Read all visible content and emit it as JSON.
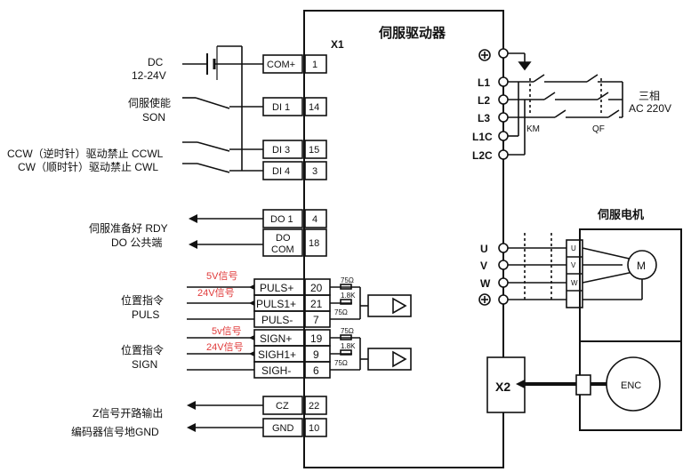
{
  "driver": {
    "title": "伺服驱动器",
    "x1": "X1",
    "x2": "X2"
  },
  "power": {
    "label_dc": "DC",
    "label_range": "12-24V"
  },
  "inputs": {
    "son_cn": "伺服使能",
    "son": "SON",
    "ccwl": "CCW（逆时针）驱动禁止 CCWL",
    "cwl": "CW（顺时针）驱动禁止 CWL"
  },
  "outputs": {
    "rdy": "伺服准备好 RDY",
    "com": "DO 公共端"
  },
  "pulse": {
    "cn": "位置指令",
    "name": "PULS",
    "sig5": "5V信号",
    "sig24": "24V信号"
  },
  "sign": {
    "cn": "位置指令",
    "name": "SIGN",
    "sig5": "5v信号",
    "sig24": "24V信号"
  },
  "zout": {
    "cz": "Z信号开路输出",
    "gnd": "编码器信号地GND"
  },
  "terminals": [
    {
      "sig": "COM+",
      "pin": "1"
    },
    {
      "sig": "DI 1",
      "pin": "14"
    },
    {
      "sig": "DI 3",
      "pin": "15"
    },
    {
      "sig": "DI 4",
      "pin": "3"
    },
    {
      "sig": "DO 1",
      "pin": "4"
    },
    {
      "sig": "DO",
      "sig2": "COM",
      "pin": "18"
    },
    {
      "sig": "PULS+",
      "pin": "20"
    },
    {
      "sig": "PULS1+",
      "pin": "21"
    },
    {
      "sig": "PULS-",
      "pin": "7"
    },
    {
      "sig": "SIGN+",
      "pin": "19"
    },
    {
      "sig": "SIGH1+",
      "pin": "9"
    },
    {
      "sig": "SIGH-",
      "pin": "6"
    },
    {
      "sig": "CZ",
      "pin": "22"
    },
    {
      "sig": "GND",
      "pin": "10"
    }
  ],
  "resistors": {
    "r75": "75Ω",
    "r18": "1.8K"
  },
  "mains": {
    "l1": "L1",
    "l2": "L2",
    "l3": "L3",
    "l1c": "L1C",
    "l2c": "L2C",
    "km": "KM",
    "qf": "QF",
    "phase": "三相",
    "ac": "AC 220V"
  },
  "motor": {
    "title": "伺服电机",
    "u": "U",
    "v": "V",
    "w": "W",
    "m": "M",
    "enc": "ENC"
  }
}
